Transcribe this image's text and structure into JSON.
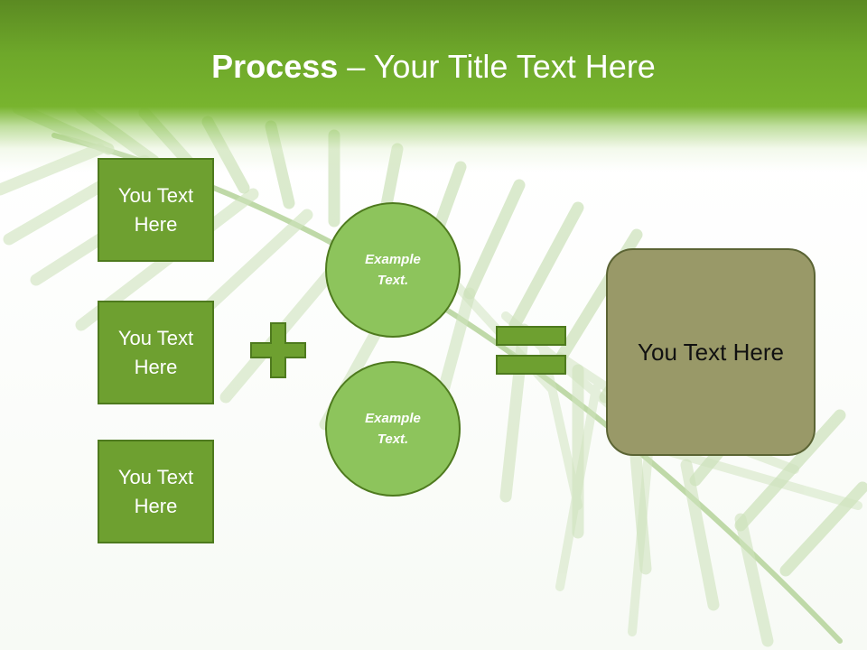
{
  "slide": {
    "title": {
      "strong": "Process",
      "rest": " – Your Title Text Here"
    },
    "left_boxes": [
      {
        "label": "You Text Here"
      },
      {
        "label": "You Text Here"
      },
      {
        "label": "You Text Here"
      }
    ],
    "circles": [
      {
        "label": "Example Text."
      },
      {
        "label": "Example Text."
      }
    ],
    "result": {
      "label": "You Text Here"
    },
    "operators": {
      "plus": "plus-icon",
      "equals": "equals-icon"
    },
    "colors": {
      "header": "#6ea82a",
      "box_fill": "#6ea030",
      "circle_fill": "#8dc45c",
      "result_fill": "#999968",
      "outline": "#4e7a1e"
    }
  }
}
